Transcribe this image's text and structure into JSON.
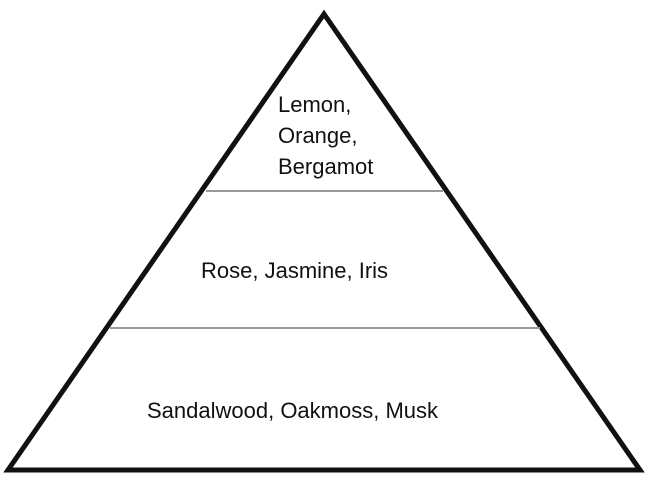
{
  "pyramid": {
    "tiers": [
      {
        "lines": [
          "Lemon,",
          "Orange,",
          "Bergamot"
        ]
      },
      {
        "lines": [
          "Rose, Jasmine, Iris"
        ]
      },
      {
        "lines": [
          "Sandalwood, Oakmoss, Musk"
        ]
      }
    ],
    "colors": {
      "outline": "#111111",
      "divider": "#9a9a9a",
      "text": "#111111",
      "background": "#ffffff"
    }
  }
}
